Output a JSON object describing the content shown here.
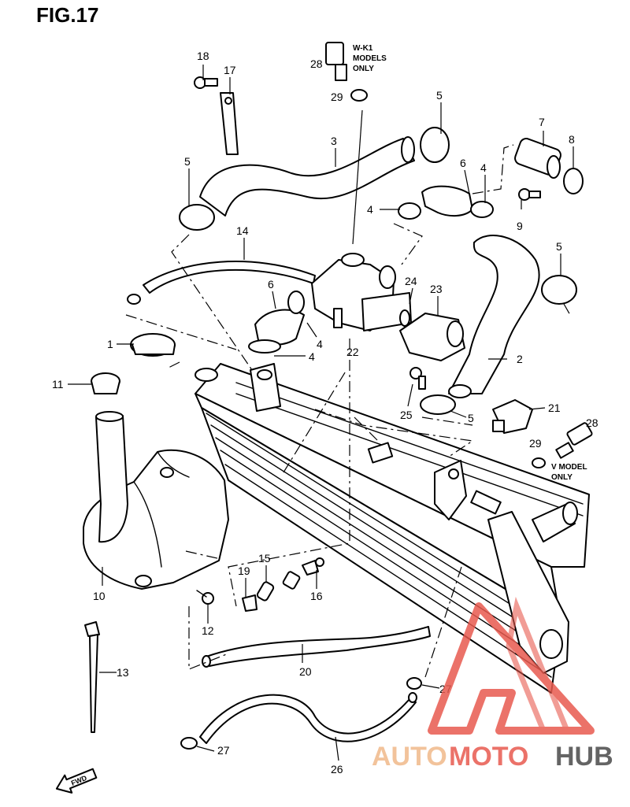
{
  "figure_title": "FIG.17",
  "notes": {
    "wk1": [
      "W-K1",
      "MODELS",
      "ONLY"
    ],
    "v": [
      "V MODEL",
      "ONLY"
    ]
  },
  "callouts": [
    {
      "id": "c18a",
      "label": "18"
    },
    {
      "id": "c17",
      "label": "17"
    },
    {
      "id": "c28a",
      "label": "28"
    },
    {
      "id": "c29a",
      "label": "29"
    },
    {
      "id": "c5a",
      "label": "5"
    },
    {
      "id": "c3",
      "label": "3"
    },
    {
      "id": "c5b",
      "label": "5"
    },
    {
      "id": "c7",
      "label": "7"
    },
    {
      "id": "c8",
      "label": "8"
    },
    {
      "id": "c6a",
      "label": "6"
    },
    {
      "id": "c4a",
      "label": "4"
    },
    {
      "id": "c4b",
      "label": "4"
    },
    {
      "id": "c9",
      "label": "9"
    },
    {
      "id": "c14",
      "label": "14"
    },
    {
      "id": "c5c",
      "label": "5"
    },
    {
      "id": "c6b",
      "label": "6"
    },
    {
      "id": "c24",
      "label": "24"
    },
    {
      "id": "c23",
      "label": "23"
    },
    {
      "id": "c1",
      "label": "1"
    },
    {
      "id": "c4c",
      "label": "4"
    },
    {
      "id": "c4d",
      "label": "4"
    },
    {
      "id": "c22",
      "label": "22"
    },
    {
      "id": "c2",
      "label": "2"
    },
    {
      "id": "c11",
      "label": "11"
    },
    {
      "id": "c25",
      "label": "25"
    },
    {
      "id": "c5d",
      "label": "5"
    },
    {
      "id": "c21",
      "label": "21"
    },
    {
      "id": "c28b",
      "label": "28"
    },
    {
      "id": "c29b",
      "label": "29"
    },
    {
      "id": "c10",
      "label": "10"
    },
    {
      "id": "c15",
      "label": "15"
    },
    {
      "id": "c19",
      "label": "19"
    },
    {
      "id": "c16",
      "label": "16"
    },
    {
      "id": "c12",
      "label": "12"
    },
    {
      "id": "c13",
      "label": "13"
    },
    {
      "id": "c20",
      "label": "20"
    },
    {
      "id": "c27a",
      "label": "27"
    },
    {
      "id": "c27b",
      "label": "27"
    },
    {
      "id": "c26",
      "label": "26"
    }
  ],
  "fwd_label": "FWD",
  "watermark": {
    "text_a": "AUTO",
    "text_b": "MOTO",
    "text_c": "HUB",
    "color_a": "#f0b98a",
    "color_b": "#e85a4f",
    "color_c": "#4a4a4a"
  }
}
